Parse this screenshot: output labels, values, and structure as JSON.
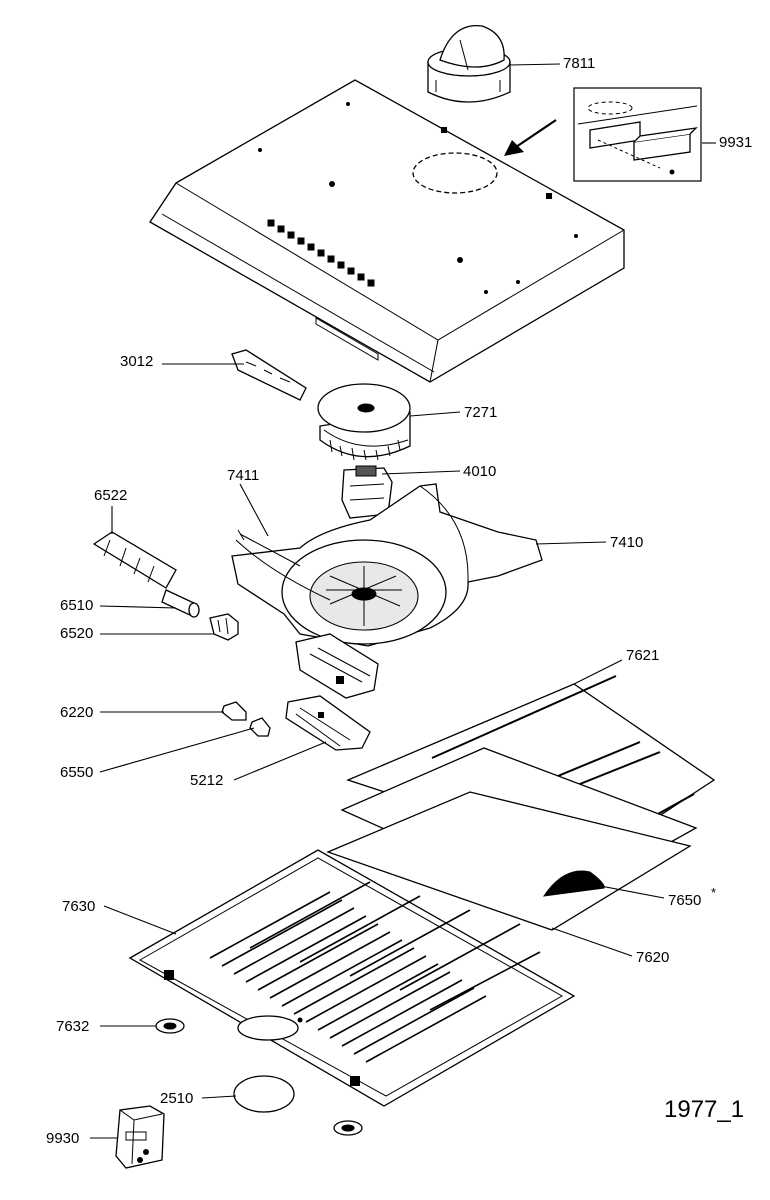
{
  "diagram_id": "1977_1",
  "callouts": {
    "c7811": "7811",
    "c9931": "9931",
    "c3012": "3012",
    "c7271": "7271",
    "c4010": "4010",
    "c7411": "7411",
    "c6522": "6522",
    "c7410": "7410",
    "c6510": "6510",
    "c6520": "6520",
    "c7621": "7621",
    "c6220": "6220",
    "c6550": "6550",
    "c5212": "5212",
    "c7630": "7630",
    "c7650": "7650",
    "c7650_mark": "*",
    "c7620": "7620",
    "c7632": "7632",
    "c2510": "2510",
    "c9930": "9930"
  }
}
